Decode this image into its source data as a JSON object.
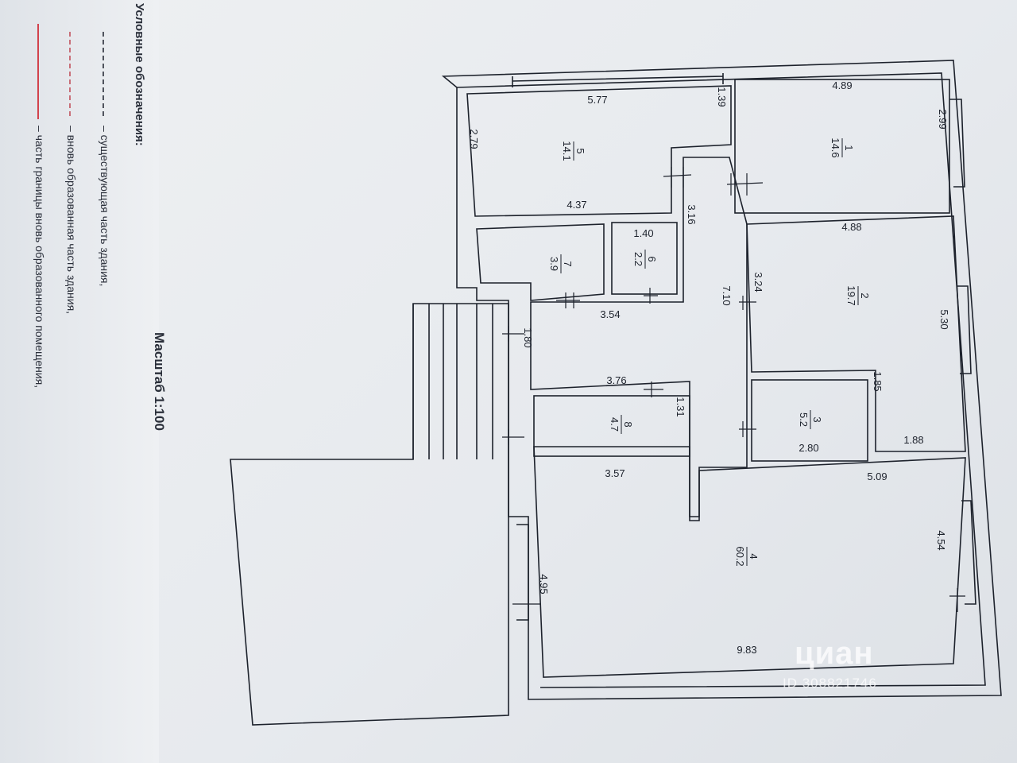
{
  "legend": {
    "title": "Условные обозначения:",
    "items": [
      {
        "text": "– существующая часть здания,",
        "color": "#2a2f3a",
        "dash": "6,4"
      },
      {
        "text": "– вновь образованная часть здания,",
        "color": "#c0505a",
        "dash": "6,4"
      },
      {
        "text": "– часть границы вновь образованного помещения,",
        "color": "#d0303a",
        "dash": ""
      }
    ]
  },
  "scale": "Масштаб 1:100",
  "rooms": [
    {
      "num": "1",
      "area": "14.6"
    },
    {
      "num": "2",
      "area": "19.7"
    },
    {
      "num": "3",
      "area": "5.2"
    },
    {
      "num": "4",
      "area": "60.2"
    },
    {
      "num": "5",
      "area": "14.1"
    },
    {
      "num": "6",
      "area": "2.2"
    },
    {
      "num": "7",
      "area": "3.9"
    },
    {
      "num": "8",
      "area": "4.7"
    }
  ],
  "dimensions": [
    "4.89",
    "2.99",
    "5.77",
    "1.39",
    "2.79",
    "4.37",
    "3.16",
    "1.40",
    "4.88",
    "3.24",
    "7.10",
    "5.30",
    "3.54",
    "1.80",
    "3.76",
    "1.31",
    "1.85",
    "1.88",
    "2.80",
    "5.09",
    "3.57",
    "4.54",
    "4.95",
    "9.83"
  ],
  "watermark": {
    "brand": "циан",
    "id": "ID 308821746"
  }
}
